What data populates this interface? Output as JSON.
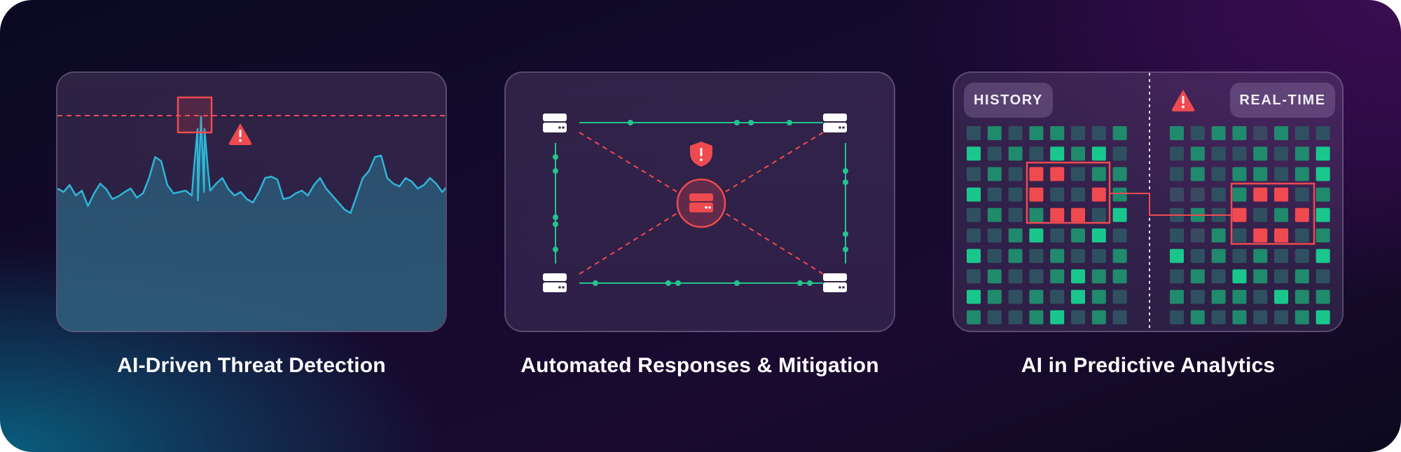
{
  "panels": [
    {
      "id": "threat-detection",
      "caption": "AI-Driven Threat Detection"
    },
    {
      "id": "automated-responses",
      "caption": "Automated Responses & Mitigation"
    },
    {
      "id": "predictive-analytics",
      "caption": "AI in Predictive Analytics",
      "labels": {
        "history": "HISTORY",
        "realtime": "REAL-TIME"
      }
    }
  ],
  "colors": {
    "alert_red": "#ef4a50",
    "line_cyan": "#2fb5d6",
    "node_green": "#23c48d",
    "tile_dark": "#2f5060",
    "tile_mid": "#1f8a6c",
    "tile_bright": "#19c78c"
  },
  "icons": [
    "warning-icon",
    "server-icon",
    "shield-alert-icon"
  ]
}
